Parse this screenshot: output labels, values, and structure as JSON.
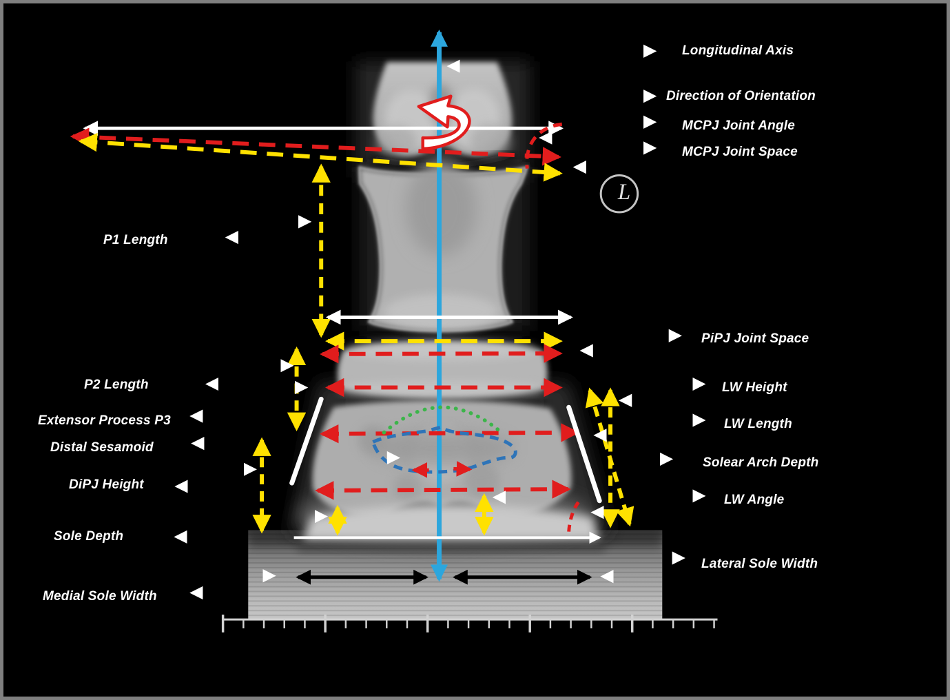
{
  "figure": {
    "type": "annotated dorsopalmar hoof radiograph",
    "orientation_marker": "L"
  },
  "annotations": {
    "right_labels": [
      {
        "id": "longitudinal-axis",
        "text": "Longitudinal Axis"
      },
      {
        "id": "direction-of-orientation",
        "text": "Direction of Orientation"
      },
      {
        "id": "mcpj-joint-angle",
        "text": "MCPJ Joint Angle"
      },
      {
        "id": "mcpj-joint-space",
        "text": "MCPJ Joint Space"
      },
      {
        "id": "pipj-joint-space",
        "text": "PiPJ Joint Space"
      },
      {
        "id": "lw-height",
        "text": "LW Height"
      },
      {
        "id": "lw-length",
        "text": "LW Length"
      },
      {
        "id": "solear-arch-depth",
        "text": "Solear Arch Depth"
      },
      {
        "id": "lw-angle",
        "text": "LW Angle"
      },
      {
        "id": "lateral-sole-width",
        "text": "Lateral Sole Width"
      }
    ],
    "left_labels": [
      {
        "id": "p1-length",
        "text": "P1 Length"
      },
      {
        "id": "p2-length",
        "text": "P2 Length"
      },
      {
        "id": "extensor-process-p3",
        "text": "Extensor Process P3"
      },
      {
        "id": "distal-sesamoid",
        "text": "Distal Sesamoid"
      },
      {
        "id": "dipj-height",
        "text": "DiPJ Height"
      },
      {
        "id": "sole-depth",
        "text": "Sole Depth"
      },
      {
        "id": "medial-sole-width",
        "text": "Medial Sole Width"
      }
    ]
  },
  "colors": {
    "axis_blue": "#2ca6dd",
    "measure_yellow": "#ffe100",
    "measure_red": "#e11d1d",
    "outline_green": "#3cb54a",
    "outline_blue": "#2e74b8",
    "leader_white": "#ffffff",
    "sole_black": "#000000",
    "frame_gray": "#7f7f7f"
  }
}
